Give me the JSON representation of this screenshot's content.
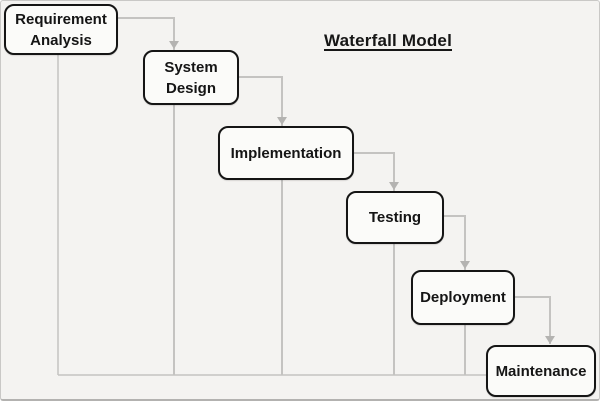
{
  "diagram": {
    "title": "Waterfall Model",
    "stages": [
      {
        "id": "requirement-analysis",
        "label": "Requirement Analysis"
      },
      {
        "id": "system-design",
        "label": "System Design"
      },
      {
        "id": "implementation",
        "label": "Implementation"
      },
      {
        "id": "testing",
        "label": "Testing"
      },
      {
        "id": "deployment",
        "label": "Deployment"
      },
      {
        "id": "maintenance",
        "label": "Maintenance"
      }
    ],
    "flow_order": [
      "Requirement Analysis",
      "System Design",
      "Implementation",
      "Testing",
      "Deployment",
      "Maintenance"
    ],
    "colors": {
      "canvas-bg": "#f4f3f1",
      "frame-border": "#c9c8c6",
      "box-fill": "#fbfbf9",
      "box-border": "#151515",
      "box-text": "#151515",
      "connector": "#c4c3c1",
      "arrowhead": "#b4b3b1",
      "title-text": "#161616"
    }
  }
}
